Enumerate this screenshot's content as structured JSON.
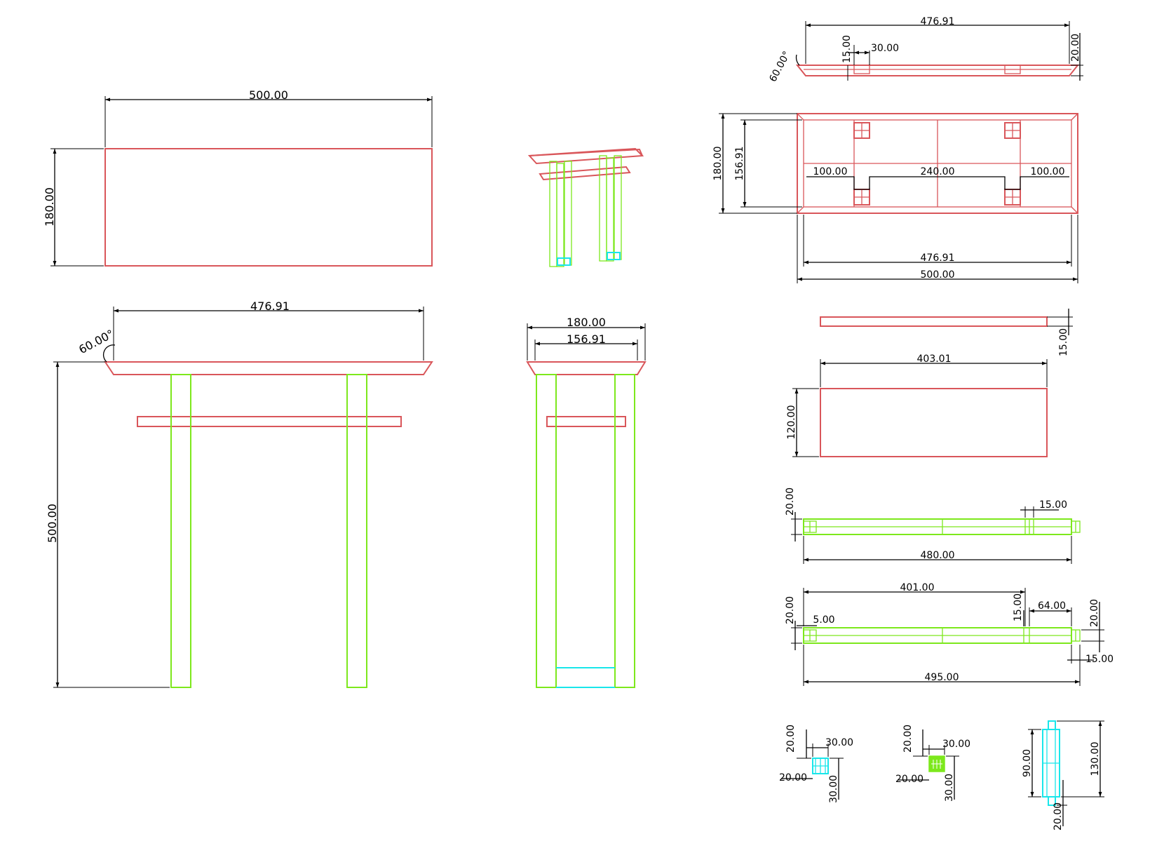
{
  "colors": {
    "beam": "#d9565a",
    "post": "#7de81c",
    "base": "#19e6ea",
    "dimension": "#000000"
  },
  "plan": {
    "width": "500.00",
    "depth": "180.00"
  },
  "front": {
    "top_width": "476.91",
    "angle": "60.00°",
    "height": "500.00"
  },
  "side": {
    "width_outer": "180.00",
    "width_inner": "156.91"
  },
  "top_beam_front": {
    "length": "476.91",
    "thk_small": "15.00",
    "slot": "30.00",
    "height": "20.00",
    "angle": "60.00°"
  },
  "top_beam_plan": {
    "depth_outer": "180.00",
    "depth_inner": "156.91",
    "left": "100.00",
    "middle": "240.00",
    "right": "100.00",
    "length_inner": "476.91",
    "length_outer": "500.00"
  },
  "tie_beam": {
    "thickness": "15.00",
    "length": "403.01",
    "width": "120.00"
  },
  "rail_a": {
    "height": "20.00",
    "gap": "15.00",
    "length": "480.00"
  },
  "rail_b": {
    "top_length": "401.00",
    "height_left": "20.00",
    "offset": "5.00",
    "gap": "15.00",
    "end": "64.00",
    "height_right": "20.00",
    "end_gap": "15.00",
    "length": "495.00"
  },
  "detail_1": {
    "height": "20.00",
    "width": "30.00",
    "left": "20.00",
    "depth": "30.00"
  },
  "detail_2": {
    "height": "20.00",
    "width": "30.00",
    "left": "20.00",
    "depth": "30.00"
  },
  "detail_3": {
    "inner": "90.00",
    "outer": "130.00",
    "base": "20.00"
  }
}
